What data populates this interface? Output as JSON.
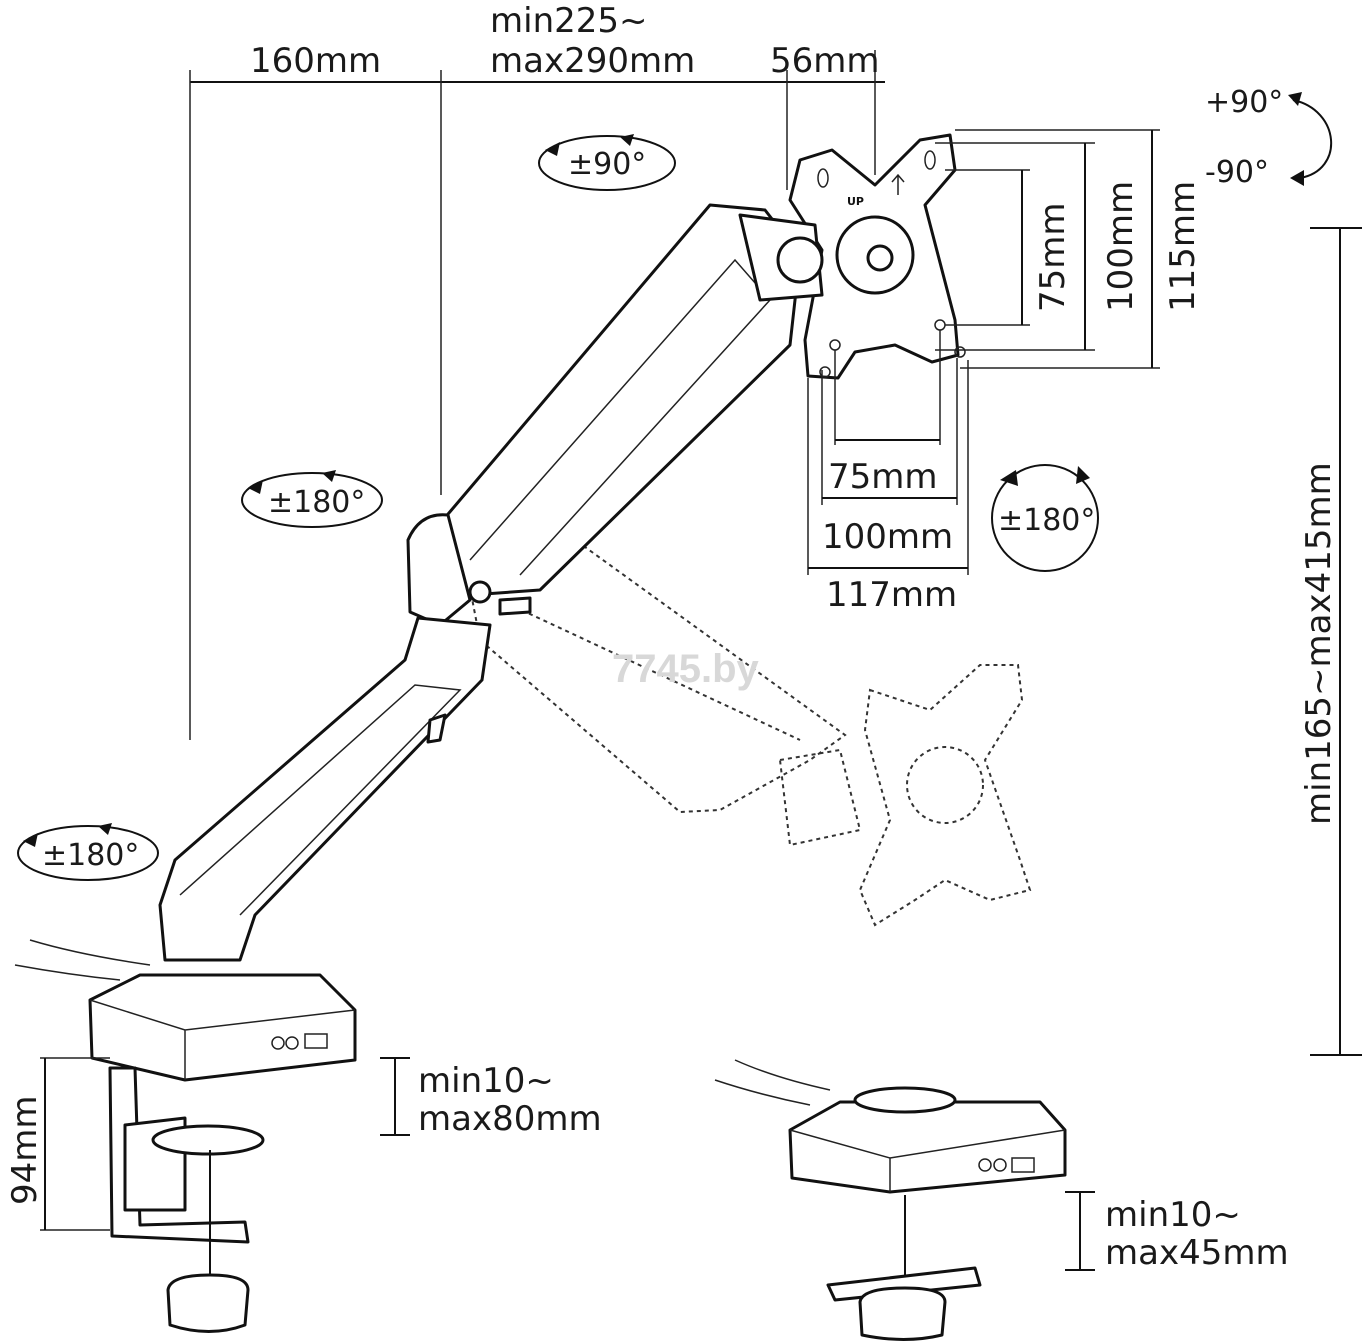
{
  "dimensions": {
    "horizontal_reach": "160mm",
    "arm_extension_line1": "min225~",
    "arm_extension_line2": "max290mm",
    "head_depth": "56mm",
    "height_range": "min165~max415mm",
    "vesa_v_75": "75mm",
    "vesa_v_100": "100mm",
    "plate_height": "115mm",
    "vesa_h_75": "75mm",
    "vesa_h_100": "100mm",
    "plate_width": "117mm",
    "clamp_height": "94mm",
    "clamp_range_line1": "min10~",
    "clamp_range_line2": "max80mm",
    "grommet_range_line1": "min10~",
    "grommet_range_line2": "max45mm"
  },
  "rotations": {
    "head_tilt_up": "+90°",
    "head_tilt_down": "-90°",
    "head_swivel": "±90°",
    "upper_arm_swivel": "±180°",
    "screen_rotation": "±180°",
    "base_swivel": "±180°"
  },
  "plate_marks": {
    "up_label": "UP"
  },
  "watermark": "7745.by"
}
